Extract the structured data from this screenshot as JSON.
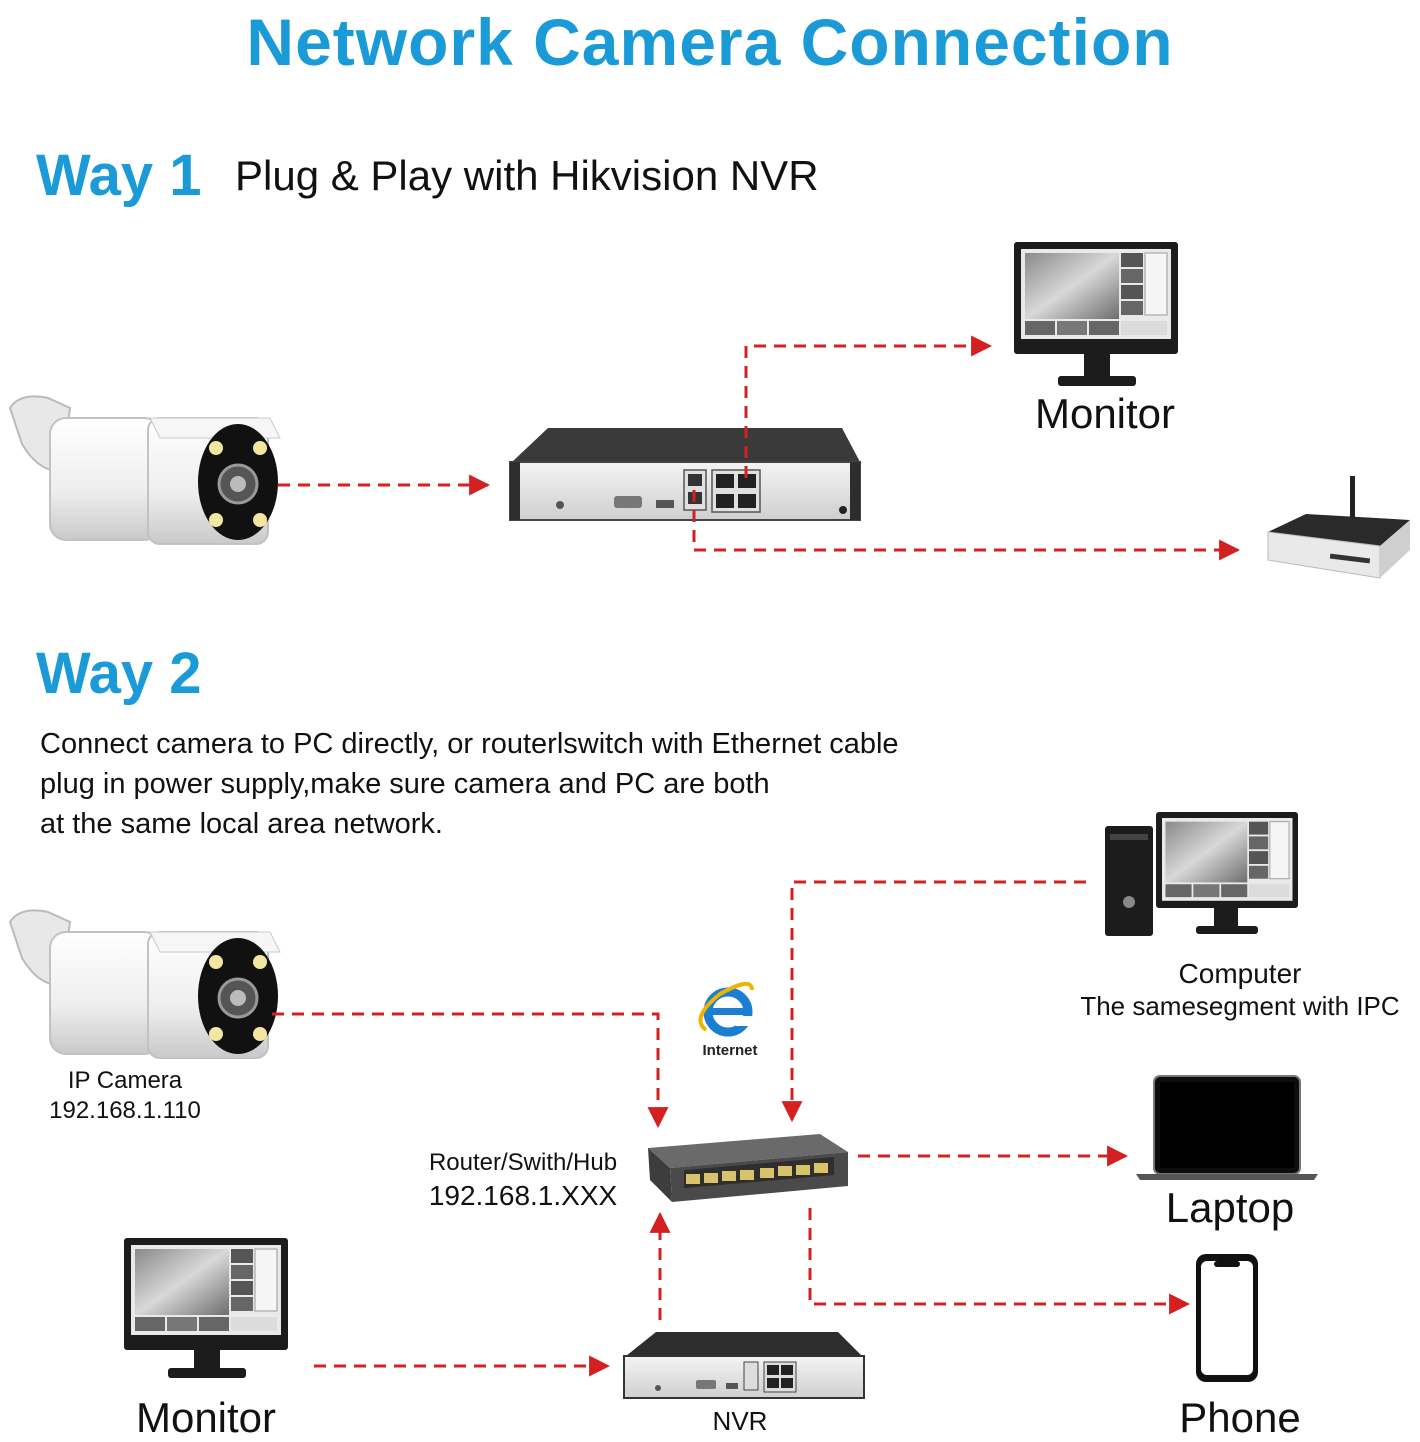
{
  "title": "Network Camera Connection",
  "way1": {
    "heading": "Way 1",
    "subtitle": "Plug & Play with Hikvision NVR",
    "monitor_label": "Monitor"
  },
  "way2": {
    "heading": "Way 2",
    "description": [
      "Connect camera to PC directly, or routerlswitch with Ethernet cable",
      "plug in power supply,make sure camera and PC are both",
      "at the same local area network."
    ],
    "camera_label": "IP Camera",
    "camera_ip": "192.168.1.110",
    "router_label": "Router/Swith/Hub",
    "router_ip": "192.168.1.XXX",
    "internet_label": "Internet",
    "computer_label": "Computer",
    "computer_note": "The samesegment with IPC",
    "laptop_label": "Laptop",
    "phone_label": "Phone",
    "monitor_label": "Monitor",
    "nvr_label": "NVR"
  },
  "colors": {
    "accent": "#1a9bd7",
    "connector": "#d42020",
    "device_dark": "#2d2d2d"
  }
}
